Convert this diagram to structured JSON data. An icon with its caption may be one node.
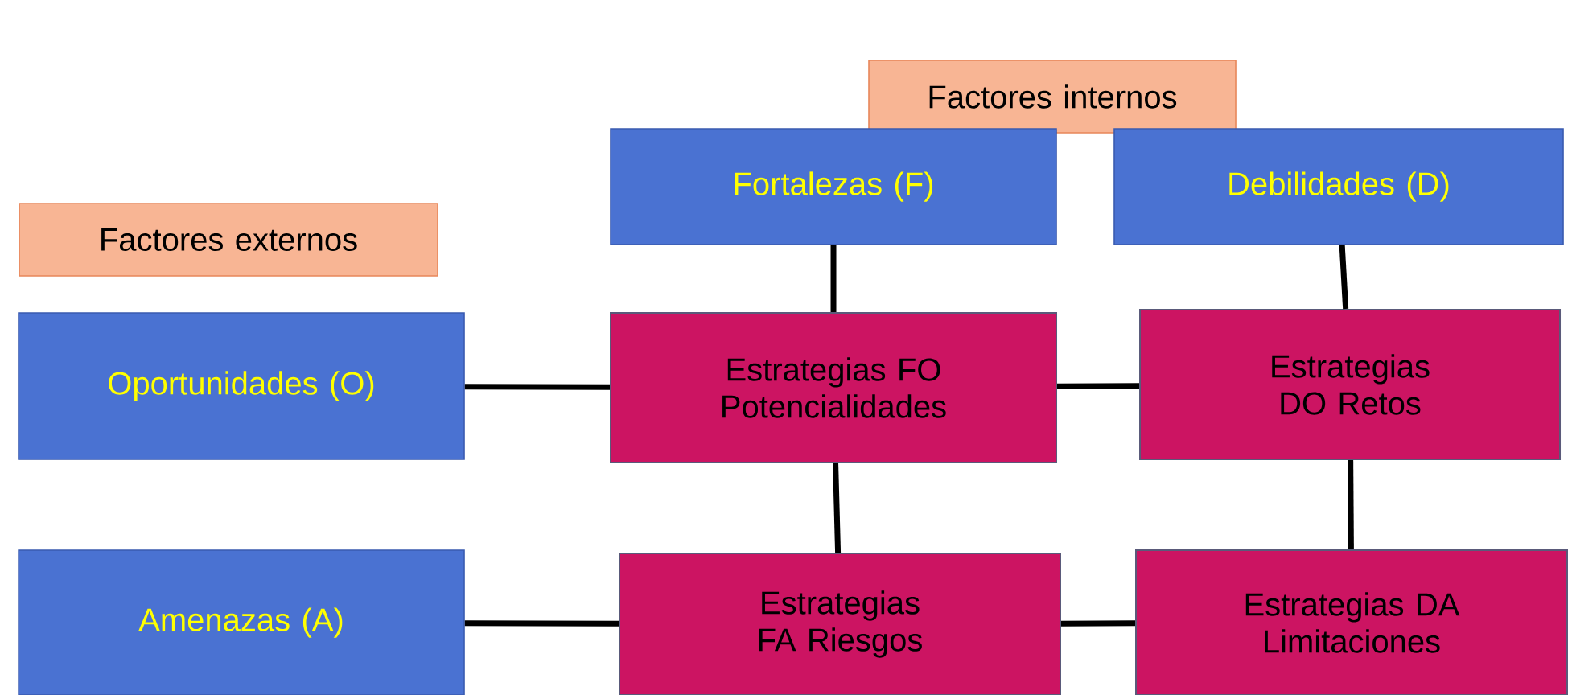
{
  "diagram": {
    "nodes": [
      {
        "text": [
          "Factores internos"
        ]
      },
      {
        "text": [
          "Factores externos"
        ]
      },
      {
        "text": [
          "Fortalezas (F)"
        ]
      },
      {
        "text": [
          "Debilidades (D)"
        ]
      },
      {
        "text": [
          "Oportunidades (O)"
        ]
      },
      {
        "text": [
          "Estrategias FO Potencialidades"
        ]
      },
      {
        "text": [
          "Estrategias DO Retos"
        ]
      },
      {
        "text": [
          "Amenazas (A)"
        ]
      },
      {
        "text": [
          "Estrategias FA Riesgos"
        ]
      },
      {
        "text": [
          "Estrategias DA Limitaciones"
        ]
      }
    ],
    "edges": [
      {
        "from": 2,
        "to": 5,
        "arrow": "none"
      },
      {
        "from": 3,
        "to": 6,
        "arrow": "none"
      },
      {
        "from": 4,
        "to": 5,
        "arrow": "none"
      },
      {
        "from": 5,
        "to": 6,
        "arrow": "none"
      },
      {
        "from": 5,
        "to": 8,
        "arrow": "none"
      },
      {
        "from": 6,
        "to": 9,
        "arrow": "none"
      },
      {
        "from": 7,
        "to": 8,
        "arrow": "none"
      },
      {
        "from": 8,
        "to": 9,
        "arrow": "none"
      }
    ]
  }
}
